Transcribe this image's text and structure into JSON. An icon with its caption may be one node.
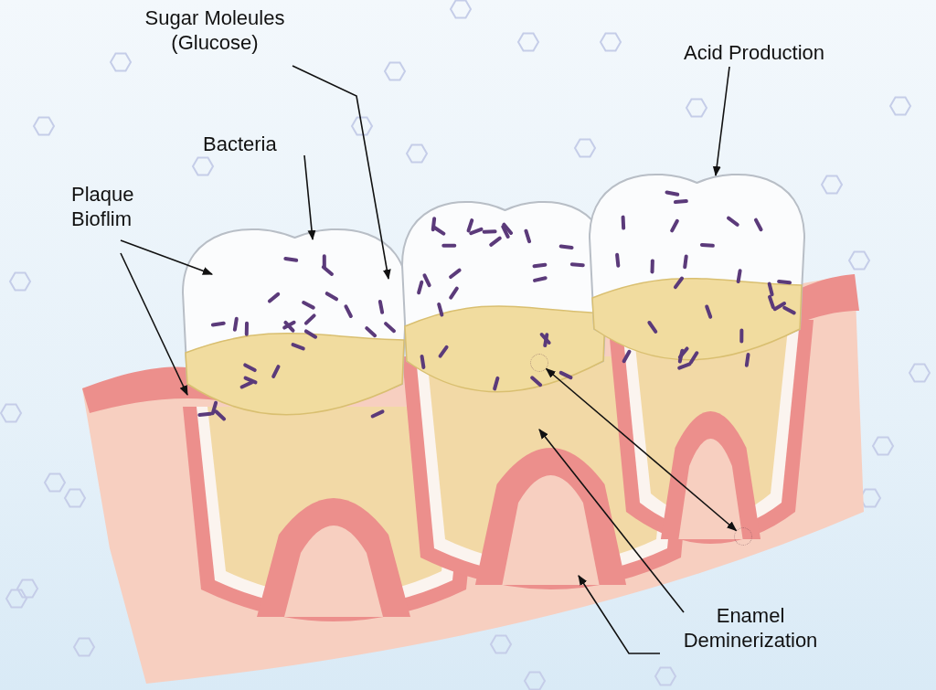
{
  "diagram": {
    "nodes": [
      {
        "text": [
          "Sugar Moleules (Glucose)"
        ]
      },
      {
        "text": [
          "Bacteria"
        ]
      },
      {
        "text": [
          "Plaque Bioflim"
        ]
      },
      {
        "text": [
          "Acid Production"
        ]
      },
      {
        "text": [
          "Enamel Deminerization"
        ]
      },
      {
        "text": [],
        "shape": "circle"
      },
      {
        "text": [],
        "shape": "circle"
      }
    ],
    "edges": [
      {
        "from": 0,
        "to": null,
        "arrow": "to"
      },
      {
        "from": 1,
        "to": null,
        "arrow": "to"
      },
      {
        "from": 2,
        "to": null,
        "arrow": "to"
      },
      {
        "from": 2,
        "to": null,
        "arrow": "to"
      },
      {
        "from": 3,
        "to": null,
        "arrow": "to"
      },
      {
        "from": 5,
        "to": 6,
        "arrow": "both"
      },
      {
        "from": 4,
        "to": null,
        "arrow": "to"
      },
      {
        "from": 4,
        "to": null,
        "arrow": "to"
      }
    ]
  }
}
